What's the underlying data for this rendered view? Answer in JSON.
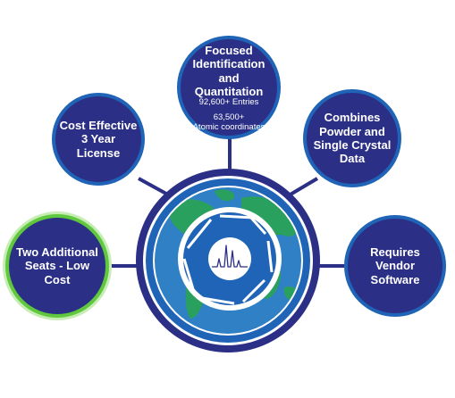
{
  "diagram": {
    "colors": {
      "navy": "#2b2f86",
      "ring_blue": "#1f64b6",
      "ocean_blue": "#2f80c4",
      "land_green": "#2aa05e",
      "highlight_green": "#5fc83c",
      "white": "#ffffff"
    },
    "center": {
      "logo": "aperture-icon",
      "spectrum": "diffraction-peaks-icon"
    },
    "nodes": {
      "top": {
        "title": "Focused\nIdentification\nand Quantitation",
        "line1": "92,600+ Entries",
        "line2": "63,500+",
        "line3": "Atomic coordinates"
      },
      "upper_left": {
        "title": "Cost Effective\n3 Year\nLicense"
      },
      "upper_right": {
        "title": "Combines\nPowder and\nSingle Crystal\nData"
      },
      "left": {
        "title": "Two Additional\nSeats - Low Cost",
        "highlighted": true
      },
      "right": {
        "title": "Requires\nVendor\nSoftware"
      }
    }
  }
}
